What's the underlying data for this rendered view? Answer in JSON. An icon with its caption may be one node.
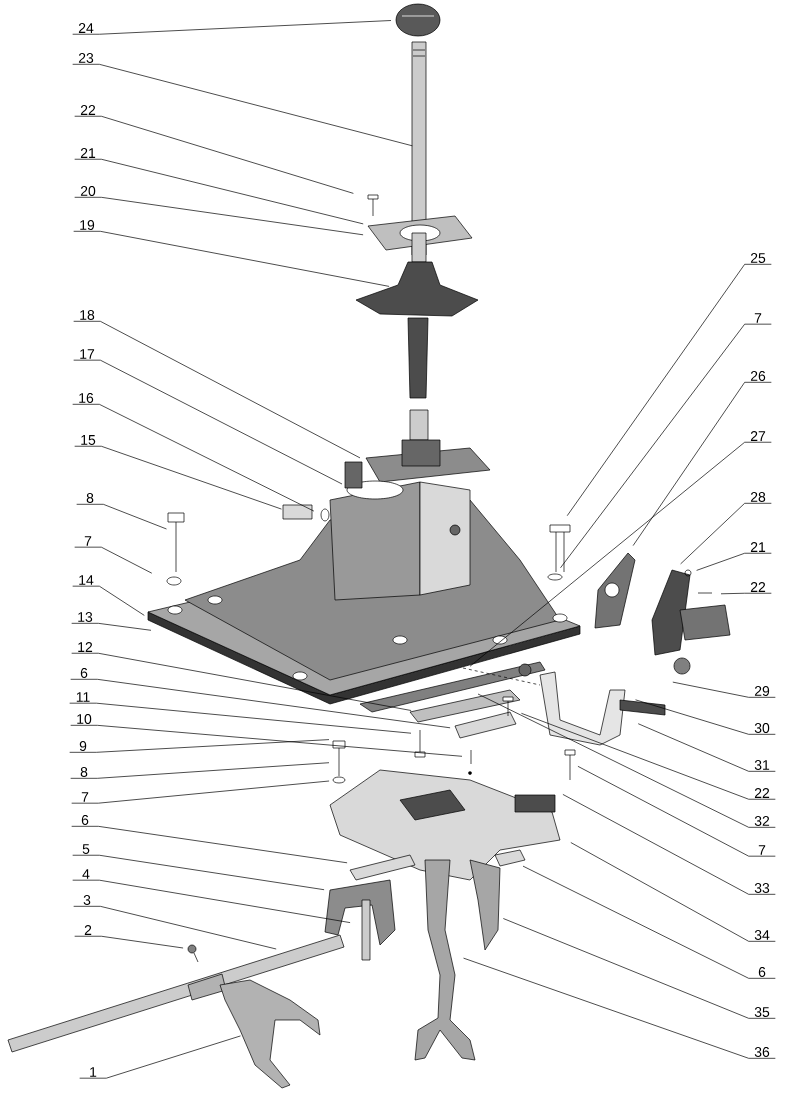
{
  "diagram": {
    "nodes": [
      {
        "text": [
          "24"
        ]
      },
      {
        "text": [
          "23"
        ]
      },
      {
        "text": [
          "22"
        ]
      },
      {
        "text": [
          "21"
        ]
      },
      {
        "text": [
          "20"
        ]
      },
      {
        "text": [
          "19"
        ]
      },
      {
        "text": [
          "18"
        ]
      },
      {
        "text": [
          "17"
        ]
      },
      {
        "text": [
          "16"
        ]
      },
      {
        "text": [
          "15"
        ]
      },
      {
        "text": [
          "8"
        ]
      },
      {
        "text": [
          "7"
        ]
      },
      {
        "text": [
          "14"
        ]
      },
      {
        "text": [
          "13"
        ]
      },
      {
        "text": [
          "12"
        ]
      },
      {
        "text": [
          "6"
        ]
      },
      {
        "text": [
          "11"
        ]
      },
      {
        "text": [
          "10"
        ]
      },
      {
        "text": [
          "9"
        ]
      },
      {
        "text": [
          "8"
        ]
      },
      {
        "text": [
          "7"
        ]
      },
      {
        "text": [
          "6"
        ]
      },
      {
        "text": [
          "5"
        ]
      },
      {
        "text": [
          "4"
        ]
      },
      {
        "text": [
          "3"
        ]
      },
      {
        "text": [
          "2"
        ]
      },
      {
        "text": [
          "1"
        ]
      },
      {
        "text": [
          "25"
        ]
      },
      {
        "text": [
          "7"
        ]
      },
      {
        "text": [
          "26"
        ]
      },
      {
        "text": [
          "27"
        ]
      },
      {
        "text": [
          "28"
        ]
      },
      {
        "text": [
          "21"
        ]
      },
      {
        "text": [
          "22"
        ]
      },
      {
        "text": [
          "29"
        ]
      },
      {
        "text": [
          "30"
        ]
      },
      {
        "text": [
          "31"
        ]
      },
      {
        "text": [
          "22"
        ]
      },
      {
        "text": [
          "32"
        ]
      },
      {
        "text": [
          "7"
        ]
      },
      {
        "text": [
          "33"
        ]
      },
      {
        "text": [
          "34"
        ]
      },
      {
        "text": [
          "6"
        ]
      },
      {
        "text": [
          "35"
        ]
      },
      {
        "text": [
          "36"
        ]
      }
    ],
    "edges": [
      {
        "from": 0,
        "to": null,
        "arrow": "none"
      },
      {
        "from": 1,
        "to": null,
        "arrow": "none"
      },
      {
        "from": 2,
        "to": null,
        "arrow": "none"
      },
      {
        "from": 3,
        "to": null,
        "arrow": "none"
      },
      {
        "from": 4,
        "to": null,
        "arrow": "none"
      },
      {
        "from": 5,
        "to": null,
        "arrow": "none"
      },
      {
        "from": 6,
        "to": null,
        "arrow": "none"
      },
      {
        "from": 7,
        "to": null,
        "arrow": "none"
      },
      {
        "from": 8,
        "to": null,
        "arrow": "none"
      },
      {
        "from": 9,
        "to": null,
        "arrow": "none"
      },
      {
        "from": 10,
        "to": null,
        "arrow": "none"
      },
      {
        "from": 11,
        "to": null,
        "arrow": "none"
      },
      {
        "from": 12,
        "to": null,
        "arrow": "none"
      },
      {
        "from": 13,
        "to": null,
        "arrow": "none"
      },
      {
        "from": 14,
        "to": null,
        "arrow": "none"
      },
      {
        "from": 15,
        "to": null,
        "arrow": "none"
      },
      {
        "from": 16,
        "to": null,
        "arrow": "none"
      },
      {
        "from": 17,
        "to": null,
        "arrow": "none"
      },
      {
        "from": 18,
        "to": null,
        "arrow": "none"
      },
      {
        "from": 19,
        "to": null,
        "arrow": "none"
      },
      {
        "from": 20,
        "to": null,
        "arrow": "none"
      },
      {
        "from": 21,
        "to": null,
        "arrow": "none"
      },
      {
        "from": 22,
        "to": null,
        "arrow": "none"
      },
      {
        "from": 23,
        "to": null,
        "arrow": "none"
      },
      {
        "from": 24,
        "to": null,
        "arrow": "none"
      },
      {
        "from": 25,
        "to": null,
        "arrow": "none"
      },
      {
        "from": 26,
        "to": null,
        "arrow": "none"
      },
      {
        "from": 27,
        "to": null,
        "arrow": "none"
      },
      {
        "from": 28,
        "to": null,
        "arrow": "none"
      },
      {
        "from": 29,
        "to": null,
        "arrow": "none"
      },
      {
        "from": 30,
        "to": null,
        "arrow": "none"
      },
      {
        "from": 31,
        "to": null,
        "arrow": "none"
      },
      {
        "from": 32,
        "to": null,
        "arrow": "none"
      },
      {
        "from": 33,
        "to": null,
        "arrow": "none"
      },
      {
        "from": 34,
        "to": null,
        "arrow": "none"
      },
      {
        "from": 35,
        "to": null,
        "arrow": "none"
      },
      {
        "from": 36,
        "to": null,
        "arrow": "none"
      },
      {
        "from": 37,
        "to": null,
        "arrow": "none"
      },
      {
        "from": 38,
        "to": null,
        "arrow": "none"
      },
      {
        "from": 39,
        "to": null,
        "arrow": "none"
      },
      {
        "from": 40,
        "to": null,
        "arrow": "none"
      },
      {
        "from": 41,
        "to": null,
        "arrow": "none"
      },
      {
        "from": 42,
        "to": null,
        "arrow": "none"
      },
      {
        "from": 43,
        "to": null,
        "arrow": "none"
      },
      {
        "from": 44,
        "to": null,
        "arrow": "none"
      }
    ]
  }
}
